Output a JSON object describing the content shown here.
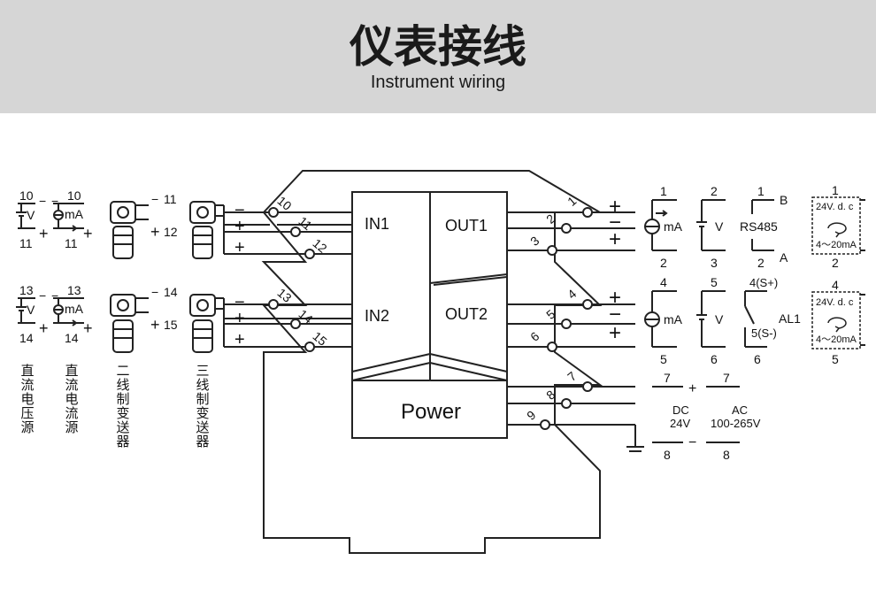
{
  "header": {
    "title": "仪表接线",
    "subtitle": "Instrument wiring"
  },
  "module": {
    "in1_label": "IN1",
    "in2_label": "IN2",
    "out1_label": "OUT1",
    "out2_label": "OUT2",
    "power_label": "Power"
  },
  "terminals": {
    "left_numbers": [
      "10",
      "11",
      "12",
      "13",
      "14",
      "15"
    ],
    "right_numbers": [
      "1",
      "2",
      "3",
      "4",
      "5",
      "6",
      "7",
      "8",
      "9"
    ]
  },
  "signs": {
    "minus": "−",
    "plus": "+"
  },
  "inputs": {
    "voltage_source": {
      "label": "直流电压源",
      "unit": "V",
      "top_terminal_1": "10",
      "bottom_terminal_1": "11",
      "top_terminal_2": "13",
      "bottom_terminal_2": "14"
    },
    "current_source": {
      "label": "直流电流源",
      "unit": "mA",
      "top_terminal_1": "10",
      "bottom_terminal_1": "11",
      "top_terminal_2": "13",
      "bottom_terminal_2": "14"
    },
    "two_wire": {
      "label": "二线制变送器",
      "terminal_minus_1": "11",
      "terminal_plus_1": "12",
      "terminal_minus_2": "14",
      "terminal_plus_2": "15"
    },
    "three_wire": {
      "label": "三线制变送器"
    }
  },
  "outputs": {
    "out1": {
      "current": {
        "top": "1",
        "bottom": "2",
        "unit": "mA"
      },
      "voltage": {
        "top": "2",
        "bottom": "3",
        "unit": "V"
      },
      "rs485": {
        "top": "1",
        "bottom": "2",
        "label": "RS485",
        "a": "A",
        "b": "B"
      },
      "loop": {
        "top": "1",
        "bottom": "2",
        "supply": "24V. d. c",
        "range": "4～20mA"
      }
    },
    "out2": {
      "current": {
        "top": "4",
        "bottom": "5",
        "unit": "mA"
      },
      "voltage": {
        "top": "5",
        "bottom": "6",
        "unit": "V"
      },
      "alarm": {
        "s_plus": "4(S+)",
        "s_minus": "5(S-)",
        "bottom": "6",
        "label": "AL1"
      },
      "loop": {
        "top": "4",
        "bottom": "5",
        "supply": "24V. d. c",
        "range": "4～20mA"
      }
    },
    "power": {
      "dc": {
        "top": "7",
        "bottom": "8",
        "label": "DC",
        "value": "24V"
      },
      "ac": {
        "top": "7",
        "bottom": "8",
        "label": "AC",
        "value": "100-265V"
      }
    }
  }
}
